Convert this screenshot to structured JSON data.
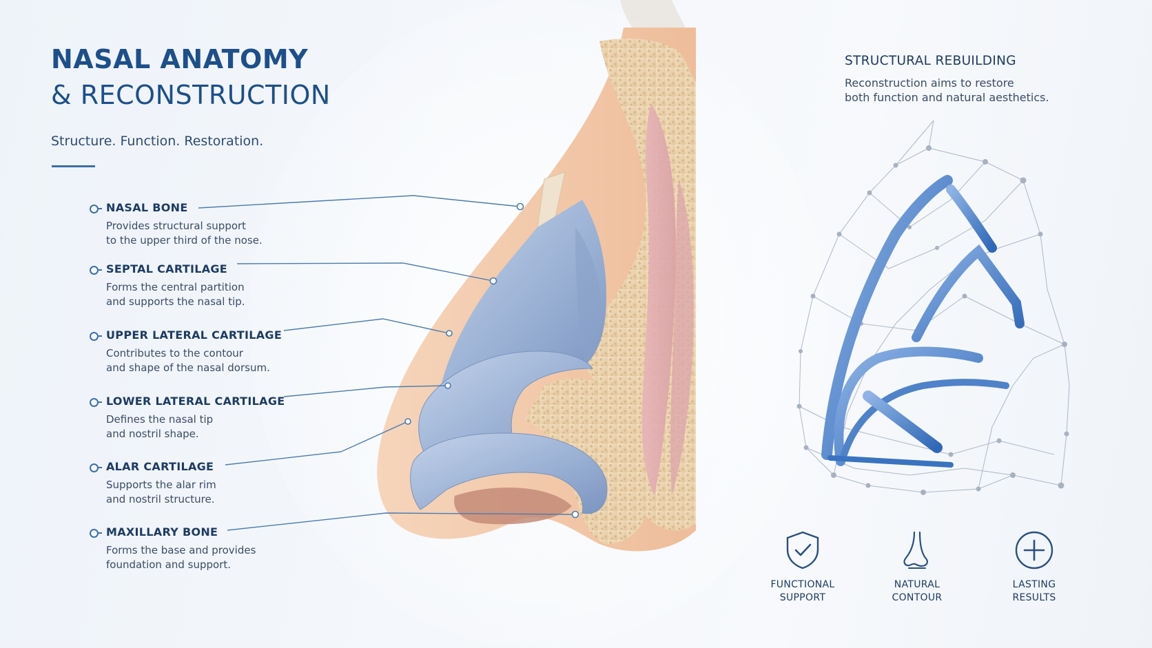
{
  "header": {
    "title_line1": "NASAL ANATOMY",
    "title_line2": "& RECONSTRUCTION",
    "subtitle": "Structure. Function. Restoration."
  },
  "callouts": [
    {
      "label": "NASAL BONE",
      "desc": "Provides structural support\nto the upper third of the nose."
    },
    {
      "label": "SEPTAL CARTILAGE",
      "desc": "Forms the central partition\nand supports the nasal tip."
    },
    {
      "label": "UPPER LATERAL CARTILAGE",
      "desc": "Contributes to the contour\nand shape of the nasal dorsum."
    },
    {
      "label": "LOWER LATERAL CARTILAGE",
      "desc": "Defines the nasal tip\nand nostril shape."
    },
    {
      "label": "ALAR CARTILAGE",
      "desc": "Supports the alar rim\nand nostril structure."
    },
    {
      "label": "MAXILLARY BONE",
      "desc": "Forms the base and provides\nfoundation and support."
    }
  ],
  "rebuilding": {
    "title": "STRUCTURAL REBUILDING",
    "desc": "Reconstruction aims to restore\nboth function and natural aesthetics."
  },
  "features": [
    {
      "icon": "shield-check-icon",
      "label": "FUNCTIONAL\nSUPPORT"
    },
    {
      "icon": "nose-outline-icon",
      "label": "NATURAL\nCONTOUR"
    },
    {
      "icon": "plus-circle-icon",
      "label": "LASTING\nRESULTS"
    }
  ],
  "colors": {
    "accent": "#1d4f8a",
    "cartilage": "#9fb4d6",
    "bone": "#e9d3ad",
    "skin": "#f1c9a8",
    "framework": "#3d78c4"
  }
}
